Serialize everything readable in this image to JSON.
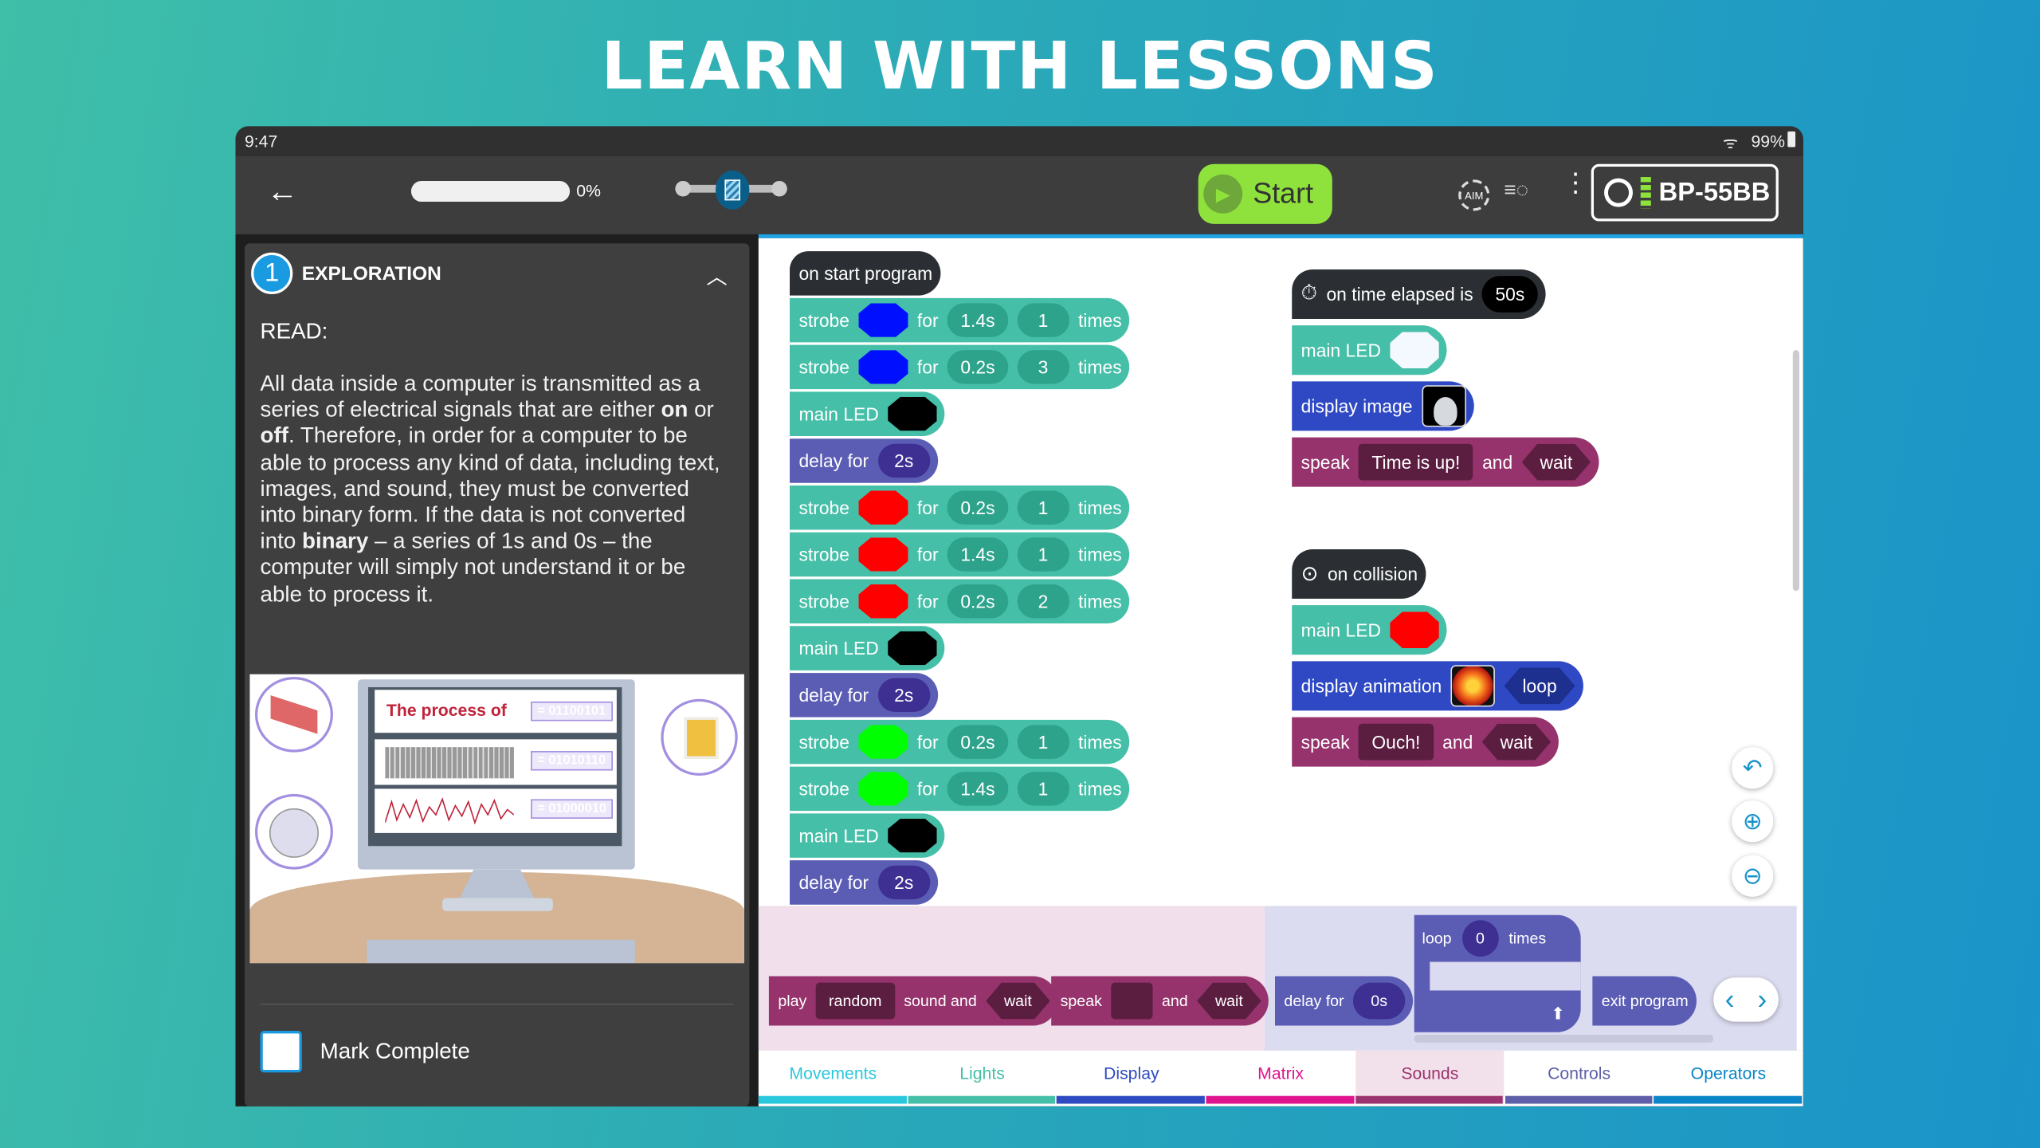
{
  "headline": "LEARN WITH LESSONS",
  "status": {
    "time": "9:47",
    "battery": "99%",
    "wifi_icon": "wifi-icon",
    "battery_icon": "battery-icon"
  },
  "toolbar": {
    "back_icon": "arrow-left-icon",
    "progress_percent": 0,
    "progress_label": "0%",
    "start_label": "Start",
    "robot_name": "BP-55BB",
    "aim_label": "AIM"
  },
  "lesson": {
    "step_number": "1",
    "step_title": "EXPLORATION",
    "section_label": "READ:",
    "paragraph": [
      {
        "t": "All data inside a computer is transmitted as a series of electrical signals that are either "
      },
      {
        "t": "on",
        "b": true
      },
      {
        "t": " or "
      },
      {
        "t": "off",
        "b": true
      },
      {
        "t": ". Therefore, in order for a computer to be able to process any kind of data, including text, images, and sound, they must be converted into binary form. If the data is not converted into "
      },
      {
        "t": "binary",
        "b": true
      },
      {
        "t": " – a series of 1s and 0s – the computer will simply not understand it or be able to process it."
      }
    ],
    "illustration": {
      "caption_text": "The process of",
      "codes": [
        "= 01100101",
        "= 01010110",
        "= 01000010"
      ]
    },
    "mark_complete_label": "Mark Complete",
    "mark_complete_checked": false
  },
  "colors": {
    "lights": "#45bfa8",
    "lights_dark": "#2ea38c",
    "controls": "#5b5db5",
    "controls_dark": "#3e2f92",
    "event": "#2b2f33",
    "display": "#2f49c4",
    "sounds": "#96336c",
    "sounds_dark": "#5b1e41",
    "start": "#8fe23c",
    "accent": "#1ea3e6"
  },
  "program": {
    "column1": [
      {
        "type": "event",
        "segs": [
          [
            "t",
            "on start program"
          ]
        ]
      },
      {
        "type": "lights",
        "segs": [
          [
            "t",
            "strobe"
          ],
          [
            "o",
            "#0010ff"
          ],
          [
            "t",
            "for"
          ],
          [
            "p",
            "1.4s"
          ],
          [
            "p",
            "1"
          ],
          [
            "t",
            "times"
          ]
        ]
      },
      {
        "type": "lights",
        "segs": [
          [
            "t",
            "strobe"
          ],
          [
            "o",
            "#0010ff"
          ],
          [
            "t",
            "for"
          ],
          [
            "p",
            "0.2s"
          ],
          [
            "p",
            "3"
          ],
          [
            "t",
            "times"
          ]
        ]
      },
      {
        "type": "lights",
        "segs": [
          [
            "t",
            "main LED"
          ],
          [
            "o",
            "#000000"
          ]
        ]
      },
      {
        "type": "controls",
        "segs": [
          [
            "t",
            "delay for"
          ],
          [
            "p",
            "2s"
          ]
        ]
      },
      {
        "type": "lights",
        "segs": [
          [
            "t",
            "strobe"
          ],
          [
            "o",
            "#ff0000"
          ],
          [
            "t",
            "for"
          ],
          [
            "p",
            "0.2s"
          ],
          [
            "p",
            "1"
          ],
          [
            "t",
            "times"
          ]
        ]
      },
      {
        "type": "lights",
        "segs": [
          [
            "t",
            "strobe"
          ],
          [
            "o",
            "#ff0000"
          ],
          [
            "t",
            "for"
          ],
          [
            "p",
            "1.4s"
          ],
          [
            "p",
            "1"
          ],
          [
            "t",
            "times"
          ]
        ]
      },
      {
        "type": "lights",
        "segs": [
          [
            "t",
            "strobe"
          ],
          [
            "o",
            "#ff0000"
          ],
          [
            "t",
            "for"
          ],
          [
            "p",
            "0.2s"
          ],
          [
            "p",
            "2"
          ],
          [
            "t",
            "times"
          ]
        ]
      },
      {
        "type": "lights",
        "segs": [
          [
            "t",
            "main LED"
          ],
          [
            "o",
            "#000000"
          ]
        ]
      },
      {
        "type": "controls",
        "segs": [
          [
            "t",
            "delay for"
          ],
          [
            "p",
            "2s"
          ]
        ]
      },
      {
        "type": "lights",
        "segs": [
          [
            "t",
            "strobe"
          ],
          [
            "o",
            "#00ff00"
          ],
          [
            "t",
            "for"
          ],
          [
            "p",
            "0.2s"
          ],
          [
            "p",
            "1"
          ],
          [
            "t",
            "times"
          ]
        ]
      },
      {
        "type": "lights",
        "segs": [
          [
            "t",
            "strobe"
          ],
          [
            "o",
            "#00ff00"
          ],
          [
            "t",
            "for"
          ],
          [
            "p",
            "1.4s"
          ],
          [
            "p",
            "1"
          ],
          [
            "t",
            "times"
          ]
        ]
      },
      {
        "type": "lights",
        "segs": [
          [
            "t",
            "main LED"
          ],
          [
            "o",
            "#000000"
          ]
        ]
      },
      {
        "type": "controls",
        "segs": [
          [
            "t",
            "delay for"
          ],
          [
            "p",
            "2s"
          ]
        ]
      }
    ],
    "column2a": [
      {
        "type": "event",
        "segs": [
          [
            "i",
            "stopwatch-icon"
          ],
          [
            "t",
            "on time elapsed is"
          ],
          [
            "p",
            "50s"
          ]
        ]
      },
      {
        "type": "lights",
        "segs": [
          [
            "t",
            "main LED"
          ],
          [
            "o",
            "#f4f8ff"
          ]
        ]
      },
      {
        "type": "display",
        "segs": [
          [
            "t",
            "display image"
          ],
          [
            "img",
            "rabbit"
          ]
        ]
      },
      {
        "type": "sounds",
        "segs": [
          [
            "t",
            "speak"
          ],
          [
            "b",
            "Time is up!"
          ],
          [
            "t",
            "and"
          ],
          [
            "h",
            "wait"
          ]
        ]
      }
    ],
    "column2b": [
      {
        "type": "event",
        "segs": [
          [
            "i",
            "collision-icon"
          ],
          [
            "t",
            "on collision"
          ]
        ]
      },
      {
        "type": "lights",
        "segs": [
          [
            "t",
            "main LED"
          ],
          [
            "o",
            "#ff0000"
          ]
        ]
      },
      {
        "type": "display",
        "segs": [
          [
            "t",
            "display animation"
          ],
          [
            "img",
            "explosion"
          ],
          [
            "h",
            "loop"
          ]
        ]
      },
      {
        "type": "sounds",
        "segs": [
          [
            "t",
            "speak"
          ],
          [
            "b",
            "Ouch!"
          ],
          [
            "t",
            "and"
          ],
          [
            "h",
            "wait"
          ]
        ]
      }
    ]
  },
  "palette": {
    "blocks": [
      {
        "type": "sounds",
        "segs": [
          [
            "t",
            "play"
          ],
          [
            "b",
            "random"
          ],
          [
            "t",
            "sound and"
          ],
          [
            "h",
            "wait"
          ]
        ]
      },
      {
        "type": "sounds",
        "segs": [
          [
            "t",
            "speak"
          ],
          [
            "b",
            ""
          ],
          [
            "t",
            "and"
          ],
          [
            "h",
            "wait"
          ]
        ]
      },
      {
        "type": "controls",
        "segs": [
          [
            "t",
            "delay for"
          ],
          [
            "p",
            "0s"
          ]
        ]
      },
      {
        "type": "controls",
        "segs": [
          [
            "t",
            "exit program"
          ]
        ]
      }
    ],
    "loop": {
      "label": "loop",
      "count": "0",
      "suffix": "times"
    }
  },
  "tabs": [
    {
      "label": "Movements",
      "color": "#2ac8dc"
    },
    {
      "label": "Lights",
      "color": "#45bfa8"
    },
    {
      "label": "Display",
      "color": "#2f4bc1"
    },
    {
      "label": "Matrix",
      "color": "#e0148c"
    },
    {
      "label": "Sounds",
      "color": "#9b3370",
      "selected": true
    },
    {
      "label": "Controls",
      "color": "#5e5fa8"
    },
    {
      "label": "Operators",
      "color": "#0a86c8"
    }
  ],
  "canvas_controls": [
    "undo-icon",
    "zoom-in-icon",
    "zoom-out-icon"
  ]
}
